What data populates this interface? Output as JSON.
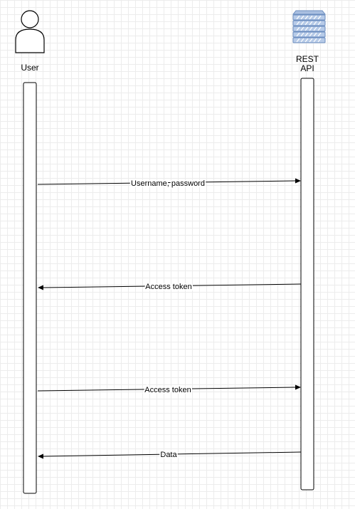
{
  "actors": [
    {
      "label": "User",
      "icon": "person-icon"
    },
    {
      "label": "REST\nAPI",
      "icon": "server-icon"
    }
  ],
  "messages": [
    {
      "label": "Username, password",
      "from": "User",
      "to": "REST API"
    },
    {
      "label": "Access token",
      "from": "REST API",
      "to": "User"
    },
    {
      "label": "Access token",
      "from": "User",
      "to": "REST API"
    },
    {
      "label": "Data",
      "from": "REST API",
      "to": "User"
    }
  ],
  "colors": {
    "line": "#000000",
    "grid": "#ececec",
    "server_fill": "#dae8fc",
    "server_stroke": "#6c8ebf"
  }
}
